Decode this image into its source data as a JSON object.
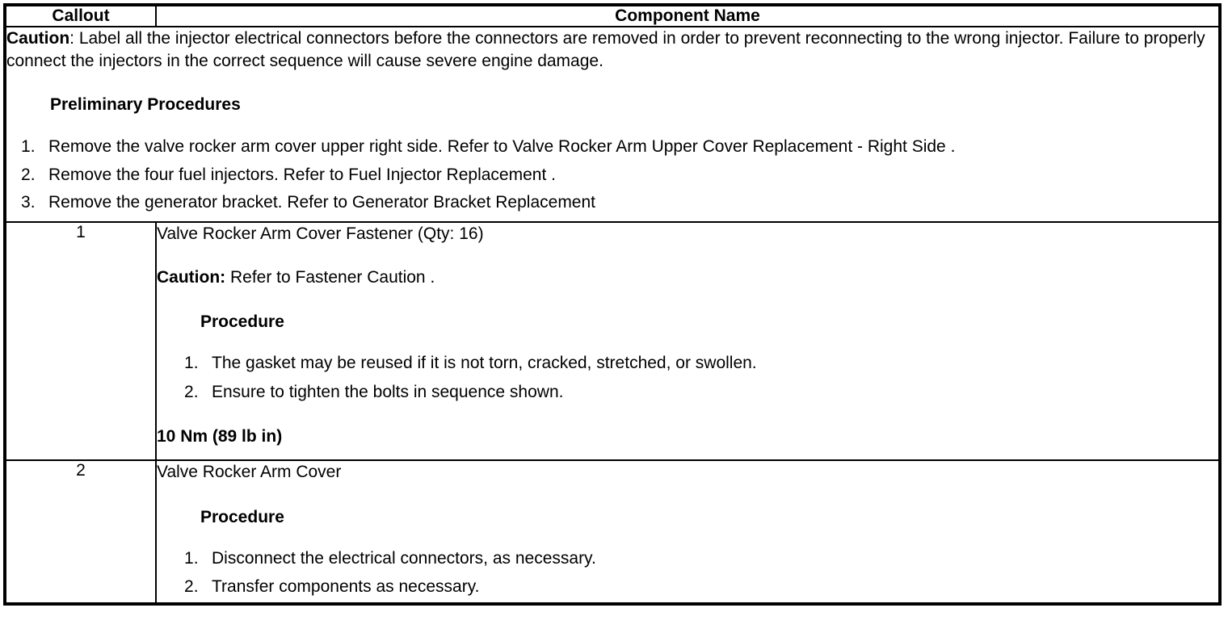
{
  "table": {
    "headers": {
      "callout": "Callout",
      "component_name": "Component Name"
    },
    "caution_row": {
      "caution_label": "Caution",
      "caution_text": ": Label all the injector electrical connectors before the connectors are removed in order to prevent reconnecting to the wrong injector. Failure to properly connect the injectors in the correct sequence will cause severe engine damage.",
      "preliminary_heading": "Preliminary Procedures",
      "preliminary_steps": [
        "Remove the valve rocker arm cover upper right side. Refer to Valve Rocker Arm Upper Cover Replacement - Right Side .",
        "Remove the four fuel injectors. Refer to Fuel Injector Replacement .",
        "Remove the generator bracket. Refer to Generator Bracket Replacement"
      ]
    },
    "rows": [
      {
        "callout": "1",
        "component_title": "Valve Rocker Arm Cover Fastener (Qty: 16)",
        "caution_label": "Caution:",
        "caution_text": " Refer to Fastener Caution .",
        "procedure_heading": "Procedure",
        "procedure_steps": [
          "The gasket may be reused if it is not torn, cracked, stretched, or swollen.",
          "Ensure to tighten the bolts in sequence shown."
        ],
        "torque": "10 Nm (89 lb in)"
      },
      {
        "callout": "2",
        "component_title": "Valve Rocker Arm Cover",
        "procedure_heading": "Procedure",
        "procedure_steps": [
          "Disconnect the electrical connectors, as necessary.",
          "Transfer components as necessary."
        ]
      }
    ]
  },
  "colors": {
    "border": "#000000",
    "text": "#000000",
    "background": "#ffffff"
  }
}
